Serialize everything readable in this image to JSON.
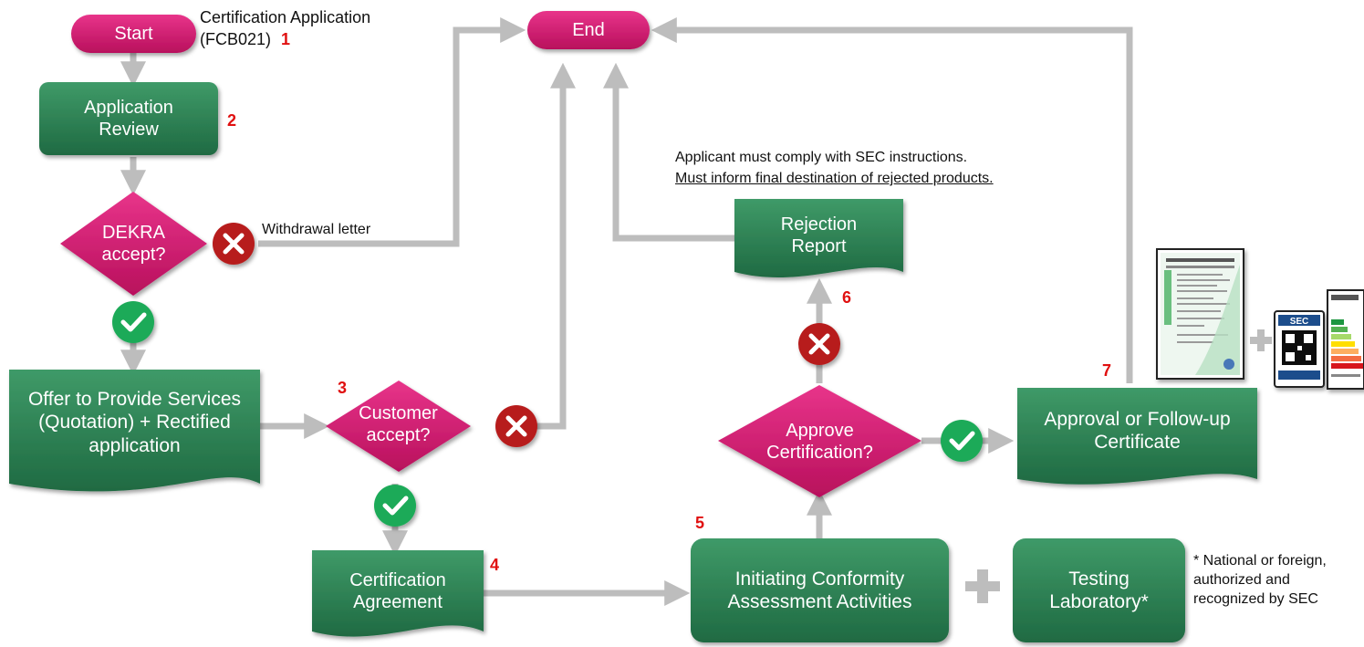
{
  "nodes": {
    "start": "Start",
    "end": "End",
    "application_review": "Application\nReview",
    "dekra_accept": "DEKRA\naccept?",
    "offer": "Offer to Provide Services\n(Quotation) + Rectified\napplication",
    "customer_accept": "Customer\naccept?",
    "certification_agreement": "Certification\nAgreement",
    "initiating": "Initiating Conformity\nAssessment Activities",
    "testing_laboratory": "Testing\nLaboratory*",
    "approve_certification": "Approve\nCertification?",
    "rejection_report": "Rejection\nReport",
    "approval_certificate": "Approval or Follow-up\nCertificate"
  },
  "annotations": {
    "certification_application": "Certification Application",
    "fcb021": "(FCB021)",
    "withdrawal_letter": "Withdrawal letter",
    "comply_note": "Applicant must comply with SEC instructions.",
    "inform_note": "Must inform final destination of rejected products.",
    "lab_note": "* National or foreign,\nauthorized and\nrecognized by SEC"
  },
  "step_numbers": {
    "n1": "1",
    "n2": "2",
    "n3": "3",
    "n4": "4",
    "n5": "5",
    "n6": "6",
    "n7": "7"
  },
  "colors": {
    "process_green": "#2a7a4f",
    "decision_magenta": "#d11a6f",
    "reject_red": "#b71c1c",
    "accept_green": "#1faa59",
    "arrow_gray": "#bdbdbd",
    "step_number_red": "#e01010"
  },
  "icons": {
    "accept": "check-circle-icon",
    "reject": "x-circle-icon",
    "combine": "plus-icon",
    "certificate": "certificate-document-icon",
    "sec_label": "sec-qr-label-icon",
    "energy_label": "energy-label-icon"
  }
}
